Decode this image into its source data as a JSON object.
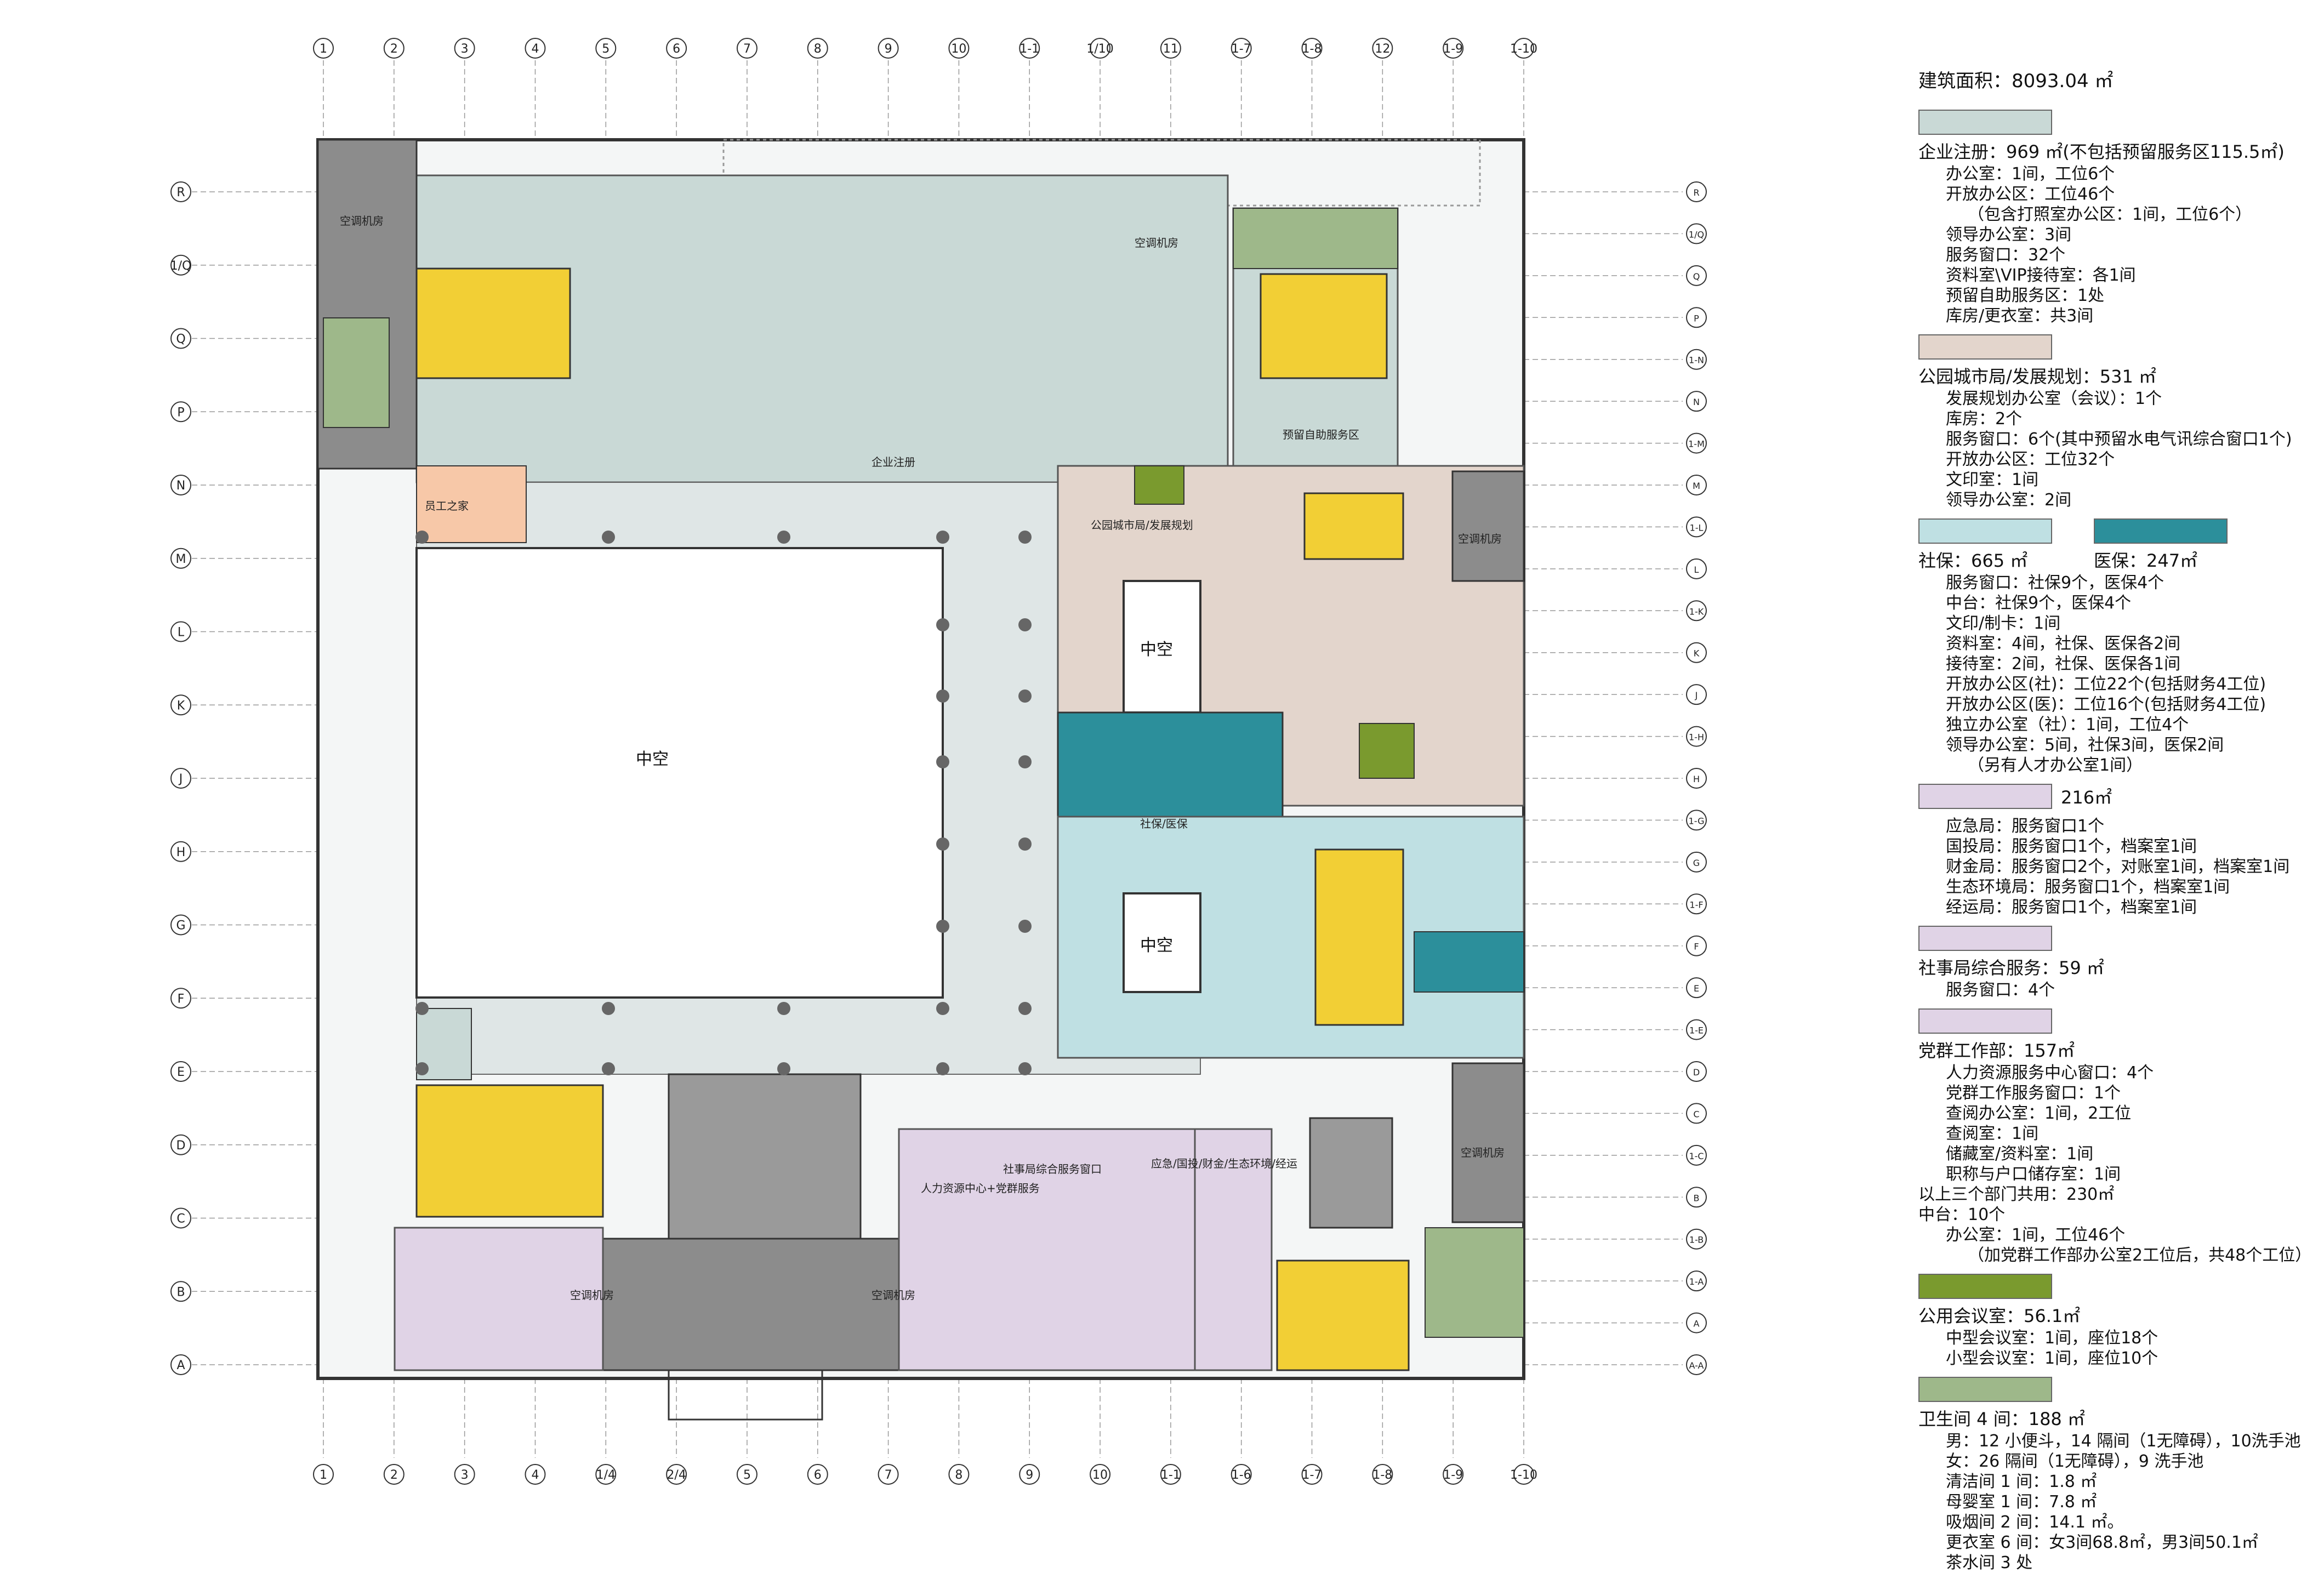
{
  "colors": {
    "enterprise": "#c9d9d6",
    "planning": "#e3d5cc",
    "social": "#bfe0e3",
    "medical": "#2c8f9b",
    "bureau": "#e0d3e6",
    "affairs": "#e0d3e6",
    "party": "#e0d3e6",
    "meeting": "#7a9a2e",
    "toilet": "#9eb88a",
    "core": "#f2cf35",
    "hall": "#dfe6e6",
    "mech": "#8c8c8c"
  },
  "plan": {
    "col_axes_top": [
      "1",
      "2",
      "3",
      "4",
      "5",
      "6",
      "7",
      "8",
      "9",
      "10",
      "1-1",
      "1/10",
      "11",
      "1-7",
      "1-8",
      "12",
      "1-9",
      "1-10"
    ],
    "col_axes_bottom": [
      "1",
      "2",
      "3",
      "4",
      "1/4",
      "2/4",
      "5",
      "6",
      "7",
      "8",
      "9",
      "10",
      "1-1",
      "1-6",
      "1-7",
      "1-8",
      "1-9",
      "1-10"
    ],
    "row_axes_left": [
      "R",
      "1/Q",
      "Q",
      "P",
      "N",
      "M",
      "L",
      "K",
      "J",
      "H",
      "G",
      "F",
      "E",
      "D",
      "C",
      "B",
      "A"
    ],
    "row_axes_right": [
      "R",
      "1/Q",
      "Q",
      "P",
      "1-N",
      "N",
      "1-M",
      "M",
      "1-L",
      "L",
      "1-K",
      "K",
      "J",
      "1-H",
      "H",
      "1-G",
      "G",
      "1-F",
      "F",
      "E",
      "1-E",
      "D",
      "C",
      "1-C",
      "B",
      "1-B",
      "1-A",
      "A",
      "A-A"
    ],
    "labels": {
      "enterprise": "企业注册",
      "atrium_main": "中空",
      "atrium_small_1": "中空",
      "atrium_small_2": "中空",
      "planning": "公园城市局/发展规划",
      "social": "社保/医保",
      "service": "社事局综合服务窗口",
      "hr": "人力资源中心+党群服务",
      "bureaus": "应急/国投/财金/生态环境/经运",
      "ac_1": "空调机房",
      "ac_2": "空调机房",
      "ac_3": "空调机房",
      "ac_4": "空调机房",
      "ac_5": "空调机房",
      "ac_6": "空调机房",
      "staff": "员工之家",
      "reserve": "预留自助服务区"
    }
  },
  "legend": {
    "total": "建筑面积：8093.04 ㎡",
    "sections": [
      {
        "color_key": "enterprise",
        "heads": [
          "企业注册：969 ㎡(不包括预留服务区115.5㎡)"
        ],
        "lines": [
          "办公室：1间，工位6个",
          "开放办公区：工位46个",
          "（包含打照室办公区：1间，工位6个）",
          "领导办公室：3间",
          "服务窗口：32个",
          "资料室\\VIP接待室：各1间",
          "预留自助服务区：1处",
          "库房/更衣室：共3间"
        ]
      },
      {
        "color_key": "planning",
        "heads": [
          "公园城市局/发展规划：531 ㎡"
        ],
        "lines": [
          "发展规划办公室（会议）：1个",
          "库房：2个",
          "服务窗口：6个(其中预留水电气讯综合窗口1个)",
          "开放办公区：工位32个",
          "文印室：1间",
          "领导办公室：2间"
        ]
      },
      {
        "color_key": "social",
        "color_key2": "medical",
        "heads": [
          "社保：665 ㎡",
          "医保：247㎡"
        ],
        "lines": [
          "服务窗口：社保9个，医保4个",
          "中台：社保9个，医保4个",
          "文印/制卡：1间",
          "资料室：4间，社保、医保各2间",
          "接待室：2间，社保、医保各1间",
          "开放办公区(社)：工位22个(包括财务4工位)",
          "开放办公区(医)：工位16个(包括财务4工位)",
          "独立办公室（社）：1间，工位4个",
          "领导办公室：5间，社保3间，医保2间",
          "（另有人才办公室1间）"
        ]
      },
      {
        "color_key": "bureau",
        "heads": [
          "216㎡"
        ],
        "lines": [
          "应急局：服务窗口1个",
          "国投局：服务窗口1个，档案室1间",
          "财金局：服务窗口2个，对账室1间，档案室1间",
          "生态环境局：服务窗口1个，档案室1间",
          "经运局：服务窗口1个，档案室1间"
        ]
      },
      {
        "color_key": "affairs",
        "heads": [
          "社事局综合服务：59 ㎡"
        ],
        "lines": [
          "服务窗口：4个"
        ]
      },
      {
        "color_key": "party",
        "heads": [
          "党群工作部：157㎡"
        ],
        "lines": [
          "人力资源服务中心窗口：4个",
          "党群工作服务窗口：1个",
          "查阅办公室：1间，2工位",
          "查阅室：1间",
          "储藏室/资料室：1间",
          "职称与户口储存室：1间",
          "以上三个部门共用：230㎡",
          "中台：10个",
          "办公室：1间，工位46个",
          "（加党群工作部办公室2工位后，共48个工位）"
        ]
      },
      {
        "color_key": "meeting",
        "heads": [
          "公用会议室：56.1㎡"
        ],
        "lines": [
          "中型会议室：1间，座位18个",
          "小型会议室：1间，座位10个"
        ]
      },
      {
        "color_key": "toilet",
        "heads": [
          "卫生间 4 间：188 ㎡"
        ],
        "lines": [
          "男：12 小便斗，14 隔间（1无障碍），10洗手池",
          "女：26 隔间（1无障碍），9 洗手池",
          "清洁间 1 间：1.8 ㎡",
          "母婴室 1 间：7.8 ㎡",
          "吸烟间 2 间：14.1 ㎡。",
          "更衣室 6 间：女3间68.8㎡，男3间50.1㎡",
          "茶水间 3 处"
        ]
      }
    ]
  }
}
